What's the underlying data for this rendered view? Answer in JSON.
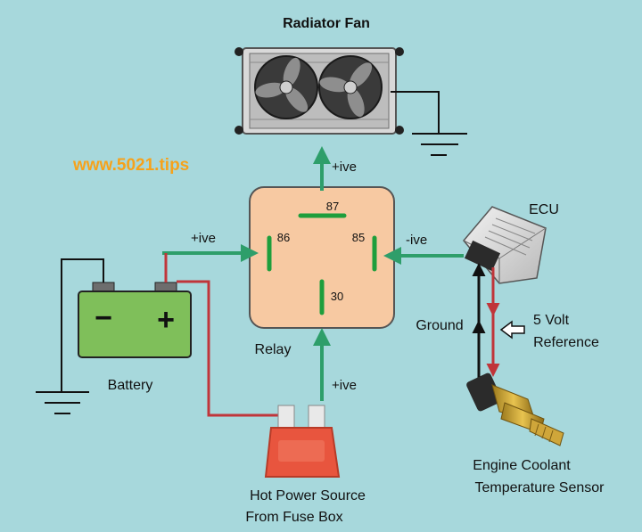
{
  "title": "Radiator Fan",
  "watermark": "www.5021.tips",
  "relay": {
    "label": "Relay",
    "pins": {
      "p87": "87",
      "p86": "86",
      "p85": "85",
      "p30": "30"
    }
  },
  "battery": {
    "label": "Battery",
    "minus": "−",
    "plus": "+"
  },
  "fuse": {
    "line1": "Hot Power Source",
    "line2": "From Fuse Box"
  },
  "ecu": {
    "label": "ECU"
  },
  "sensor": {
    "line1": "Engine Coolant",
    "line2": "Temperature Sensor"
  },
  "signals": {
    "fan_positive": "+ive",
    "battery_positive": "+ive",
    "fuse_positive": "+ive",
    "ecu_negative": "-ive",
    "ground": "Ground",
    "ref_line1": "5 Volt",
    "ref_line2": "Reference"
  },
  "colors": {
    "background": "#a7d8dc",
    "relay_fill": "#f7c9a2",
    "pin_green": "#1e9e3c",
    "wire_green": "#2e9e6a",
    "wire_red": "#c0353a",
    "battery_fill": "#7fbf5a",
    "fuse_fill": "#e8553e",
    "watermark": "#f6a21b"
  }
}
